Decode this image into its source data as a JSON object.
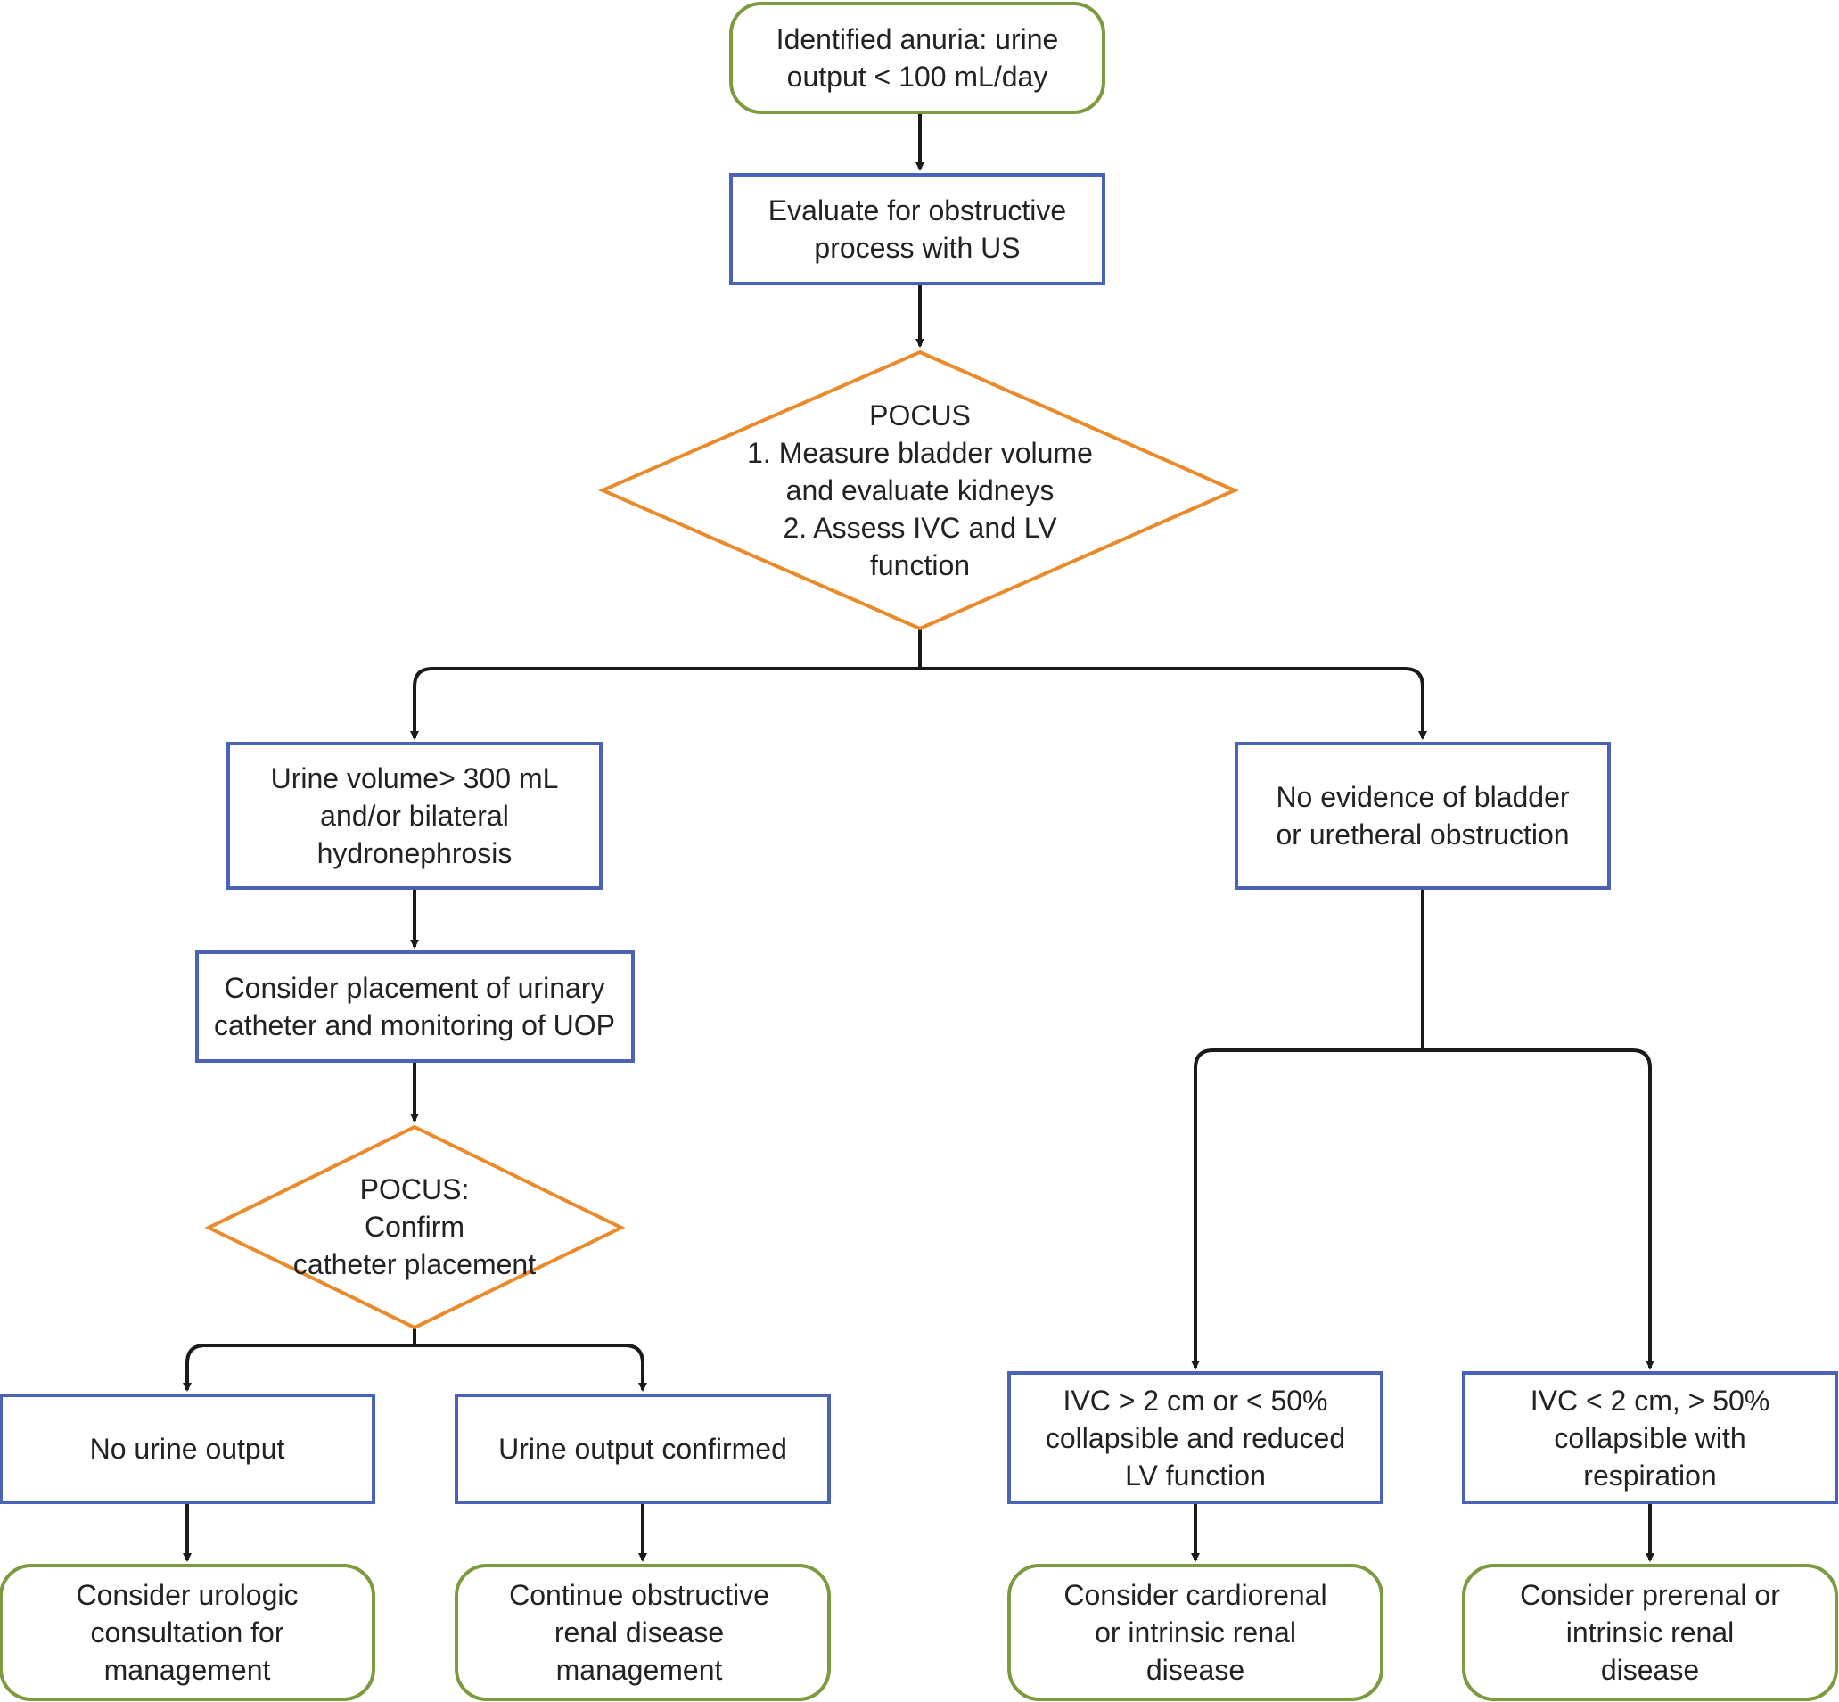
{
  "colors": {
    "terminal": "#7c9a3e",
    "process": "#4a63b8",
    "decision": "#ea8a2a",
    "connector": "#1a1a1a",
    "text": "#222222"
  },
  "nodes": {
    "start": [
      "Identified anuria: urine",
      "output < 100 mL/day"
    ],
    "evaluate_us": [
      "Evaluate for obstructive",
      "process with US"
    ],
    "pocus_main": [
      "POCUS",
      "1. Measure bladder volume",
      "and evaluate kidneys",
      "2. Assess IVC and LV",
      "function"
    ],
    "urine_volume": [
      "Urine volume> 300 mL",
      "and/or bilateral",
      "hydronephrosis"
    ],
    "no_evidence": [
      "No evidence of bladder",
      "or uretheral obstruction"
    ],
    "catheter": [
      "Consider placement of urinary",
      "catheter and monitoring of UOP"
    ],
    "pocus_catheter": [
      "POCUS:",
      "Confirm",
      "catheter placement"
    ],
    "no_urine": [
      "No urine output"
    ],
    "urine_confirmed": [
      "Urine output confirmed"
    ],
    "ivc_high": [
      "IVC > 2 cm or < 50%",
      "collapsible and reduced",
      "LV function"
    ],
    "ivc_low": [
      "IVC < 2 cm, > 50%",
      "collapsible with",
      "respiration"
    ],
    "urologic": [
      "Consider urologic",
      "consultation for",
      "management"
    ],
    "continue_obstructive": [
      "Continue obstructive",
      "renal disease",
      "management"
    ],
    "cardiorenal": [
      "Consider cardiorenal",
      "or intrinsic renal",
      "disease"
    ],
    "prerenal": [
      "Consider prerenal or",
      "intrinsic renal",
      "disease"
    ]
  }
}
